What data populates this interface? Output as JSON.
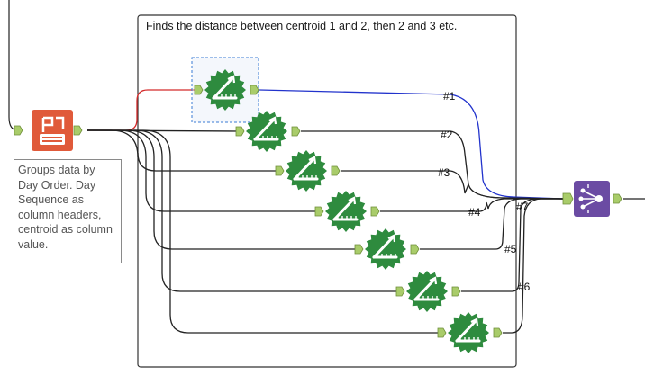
{
  "container": {
    "title": "Finds the distance between centroid 1 and 2, then 2 and 3 etc."
  },
  "crosstab_tool": {
    "name": "crosstab-tool",
    "annotation": "Groups data by Day Order. Day Sequence as column headers, centroid as column value."
  },
  "distance_tools": [
    {
      "id": 1,
      "selected": true
    },
    {
      "id": 2,
      "selected": false
    },
    {
      "id": 3,
      "selected": false
    },
    {
      "id": 4,
      "selected": false
    },
    {
      "id": 5,
      "selected": false
    },
    {
      "id": 6,
      "selected": false
    },
    {
      "id": 7,
      "selected": false
    }
  ],
  "union_inputs": [
    "#1",
    "#2",
    "#3",
    "#4",
    "#5",
    "#6",
    "#7"
  ],
  "colors": {
    "crosstab": "#e05a3a",
    "distance": "#2e8b3e",
    "union": "#6b4ba3",
    "anchor": "#a9cc6a",
    "connection": "#222222",
    "selected_in": "#d42a2a",
    "selected_out": "#2233cc"
  },
  "icons": {
    "crosstab": "crosstab-icon",
    "distance": "ruler-distance-icon",
    "union": "union-icon"
  }
}
